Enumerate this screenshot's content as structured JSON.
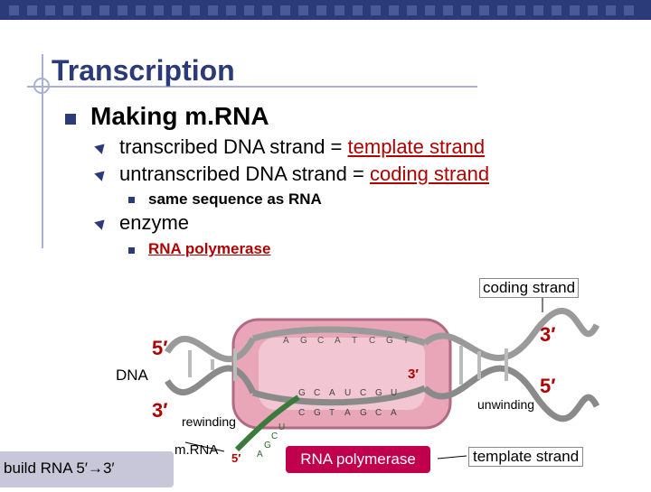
{
  "slide": {
    "title": "Transcription",
    "level1": "Making m.RNA",
    "bullets": {
      "l2_a_prefix": "transcribed DNA strand = ",
      "l2_a_link": "template strand",
      "l2_b_prefix": "untranscribed DNA strand = ",
      "l2_b_link": "coding strand",
      "l3_a": "same sequence as RNA",
      "l2_c": "enzyme",
      "l3_b": "RNA polymerase"
    }
  },
  "diagram": {
    "coding_strand": "coding strand",
    "three_prime_top": "3′",
    "five_prime_left": "5′",
    "dna": "DNA",
    "three_prime_left": "3′",
    "rewinding": "rewinding",
    "three_prime_mid": "3′",
    "five_prime_right": "5′",
    "unwinding": "unwinding",
    "mrna": "m.RNA",
    "five_prime_mrna": "5′",
    "rna_polymerase": "RNA polymerase",
    "template_strand": "template strand",
    "build_rna": "build RNA 5′→3′",
    "bases_top": [
      "A",
      "G",
      "C",
      "A",
      "T",
      "C",
      "G",
      "T"
    ],
    "bases_mid": [
      "G",
      "C",
      "A",
      "U",
      "C",
      "G",
      "U"
    ],
    "bases_low": [
      "C",
      "G",
      "T",
      "A",
      "G",
      "C",
      "A"
    ],
    "mrna_tail": [
      "A",
      "G",
      "C",
      "U"
    ]
  },
  "colors": {
    "theme_blue": "#2b3a78",
    "accent_red": "#b00000",
    "bubble_pink": "#e8a6b8",
    "dna_grey": "#9a9a9a"
  }
}
